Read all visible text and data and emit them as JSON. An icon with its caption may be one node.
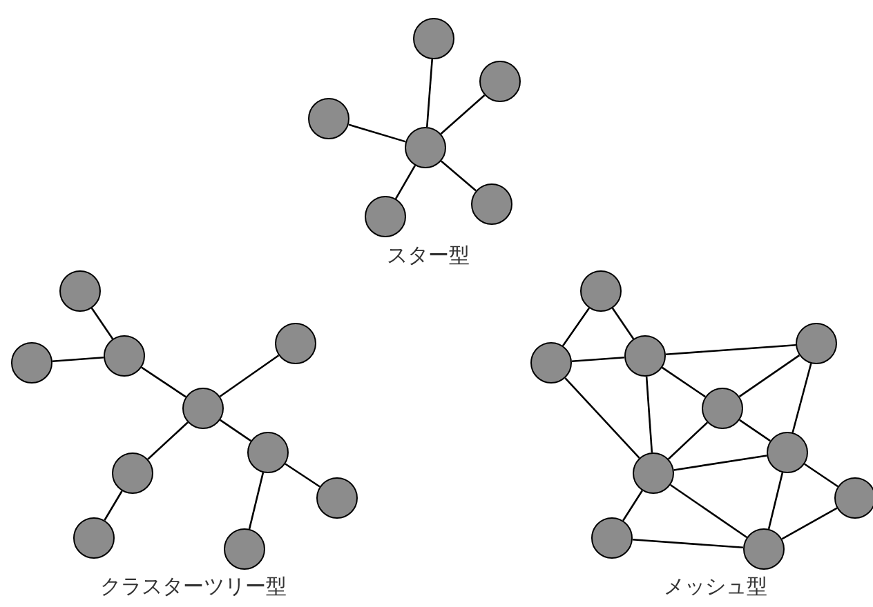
{
  "diagram": {
    "nodes": [
      {
        "text": [],
        "shape": "circle"
      },
      {
        "text": [],
        "shape": "circle"
      },
      {
        "text": [],
        "shape": "circle"
      },
      {
        "text": [],
        "shape": "circle"
      },
      {
        "text": [],
        "shape": "circle"
      },
      {
        "text": [],
        "shape": "circle"
      },
      {
        "text": [],
        "shape": "circle"
      },
      {
        "text": [],
        "shape": "circle"
      },
      {
        "text": [],
        "shape": "circle"
      },
      {
        "text": [],
        "shape": "circle"
      },
      {
        "text": [],
        "shape": "circle"
      },
      {
        "text": [],
        "shape": "circle"
      },
      {
        "text": [],
        "shape": "circle"
      },
      {
        "text": [],
        "shape": "circle"
      },
      {
        "text": [],
        "shape": "circle"
      },
      {
        "text": [],
        "shape": "circle"
      },
      {
        "text": [],
        "shape": "circle"
      },
      {
        "text": [],
        "shape": "circle"
      },
      {
        "text": [],
        "shape": "circle"
      },
      {
        "text": [],
        "shape": "circle"
      },
      {
        "text": [],
        "shape": "circle"
      },
      {
        "text": [],
        "shape": "circle"
      },
      {
        "text": [],
        "shape": "circle"
      },
      {
        "text": [],
        "shape": "circle"
      },
      {
        "text": [],
        "shape": "circle"
      },
      {
        "text": [],
        "shape": "circle"
      }
    ],
    "edges": [
      {
        "from": 3,
        "to": 0,
        "arrow": "none"
      },
      {
        "from": 3,
        "to": 1,
        "arrow": "none"
      },
      {
        "from": 3,
        "to": 2,
        "arrow": "none"
      },
      {
        "from": 3,
        "to": 4,
        "arrow": "none"
      },
      {
        "from": 3,
        "to": 5,
        "arrow": "none"
      },
      {
        "from": 10,
        "to": 8,
        "arrow": "none"
      },
      {
        "from": 8,
        "to": 6,
        "arrow": "none"
      },
      {
        "from": 8,
        "to": 9,
        "arrow": "none"
      },
      {
        "from": 10,
        "to": 7,
        "arrow": "none"
      },
      {
        "from": 10,
        "to": 12,
        "arrow": "none"
      },
      {
        "from": 12,
        "to": 14,
        "arrow": "none"
      },
      {
        "from": 10,
        "to": 11,
        "arrow": "none"
      },
      {
        "from": 11,
        "to": 13,
        "arrow": "none"
      },
      {
        "from": 11,
        "to": 15,
        "arrow": "none"
      },
      {
        "from": 16,
        "to": 19,
        "arrow": "none"
      },
      {
        "from": 16,
        "to": 18,
        "arrow": "none"
      },
      {
        "from": 19,
        "to": 18,
        "arrow": "none"
      },
      {
        "from": 18,
        "to": 17,
        "arrow": "none"
      },
      {
        "from": 18,
        "to": 20,
        "arrow": "none"
      },
      {
        "from": 18,
        "to": 22,
        "arrow": "none"
      },
      {
        "from": 19,
        "to": 22,
        "arrow": "none"
      },
      {
        "from": 17,
        "to": 20,
        "arrow": "none"
      },
      {
        "from": 17,
        "to": 21,
        "arrow": "none"
      },
      {
        "from": 20,
        "to": 22,
        "arrow": "none"
      },
      {
        "from": 20,
        "to": 21,
        "arrow": "none"
      },
      {
        "from": 22,
        "to": 21,
        "arrow": "none"
      },
      {
        "from": 21,
        "to": 23,
        "arrow": "none"
      },
      {
        "from": 21,
        "to": 25,
        "arrow": "none"
      },
      {
        "from": 22,
        "to": 25,
        "arrow": "none"
      },
      {
        "from": 22,
        "to": 24,
        "arrow": "none"
      },
      {
        "from": 24,
        "to": 25,
        "arrow": "none"
      },
      {
        "from": 23,
        "to": 25,
        "arrow": "none"
      }
    ],
    "labels": [
      "スター型",
      "クラスターツリー型",
      "メッシュ型"
    ]
  }
}
